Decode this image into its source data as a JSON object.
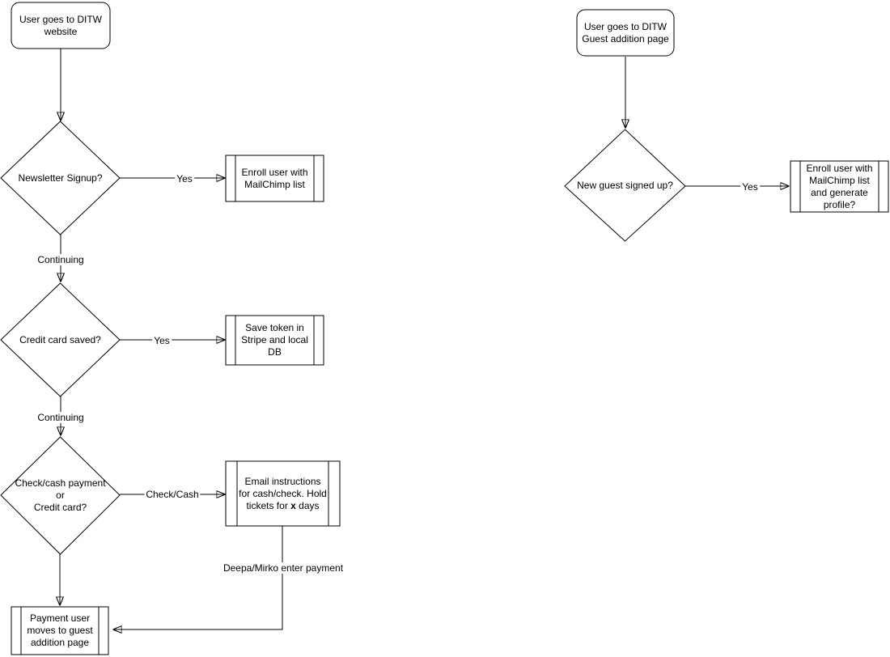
{
  "canvas": {
    "background_color": "#ffffff",
    "stroke_color": "#000000",
    "text_color": "#000000"
  },
  "left_flow": {
    "start": {
      "label": [
        "User goes to DITW",
        "website"
      ]
    },
    "decision_newsletter": {
      "label": [
        "Newsletter Signup?"
      ]
    },
    "process_enroll": {
      "label": [
        "Enroll user with",
        "MailChimp list"
      ]
    },
    "edge_yes_newsletter": {
      "label": "Yes"
    },
    "edge_continuing_1": {
      "label": "Continuing"
    },
    "decision_credit_card": {
      "label": [
        "Credit card saved?"
      ]
    },
    "process_save_token": {
      "label": [
        "Save token in",
        "Stripe and local",
        "DB"
      ]
    },
    "edge_yes_credit": {
      "label": "Yes"
    },
    "edge_continuing_2": {
      "label": "Continuing"
    },
    "decision_payment_type": {
      "label": [
        "Check/cash payment",
        "or",
        "Credit card?"
      ]
    },
    "process_email_instructions": {
      "label_before": [
        "Email instructions",
        "for cash/check. Hold",
        "tickets for "
      ],
      "label_bold": "x",
      "label_after": " days"
    },
    "edge_check_cash": {
      "label": "Check/Cash"
    },
    "edge_deepa_mirko": {
      "label": "Deepa/Mirko enter payment"
    },
    "process_payment_user": {
      "label": [
        "Payment user",
        "moves to guest",
        "addition page"
      ]
    }
  },
  "right_flow": {
    "start": {
      "label": [
        "User goes to DITW",
        "Guest addition page"
      ]
    },
    "decision_new_guest": {
      "label": [
        "New guest signed up?"
      ]
    },
    "process_enroll_generate": {
      "label": [
        "Enroll user with",
        "MailChimp list",
        "and generate",
        "profile?"
      ]
    },
    "edge_yes_guest": {
      "label": "Yes"
    }
  }
}
